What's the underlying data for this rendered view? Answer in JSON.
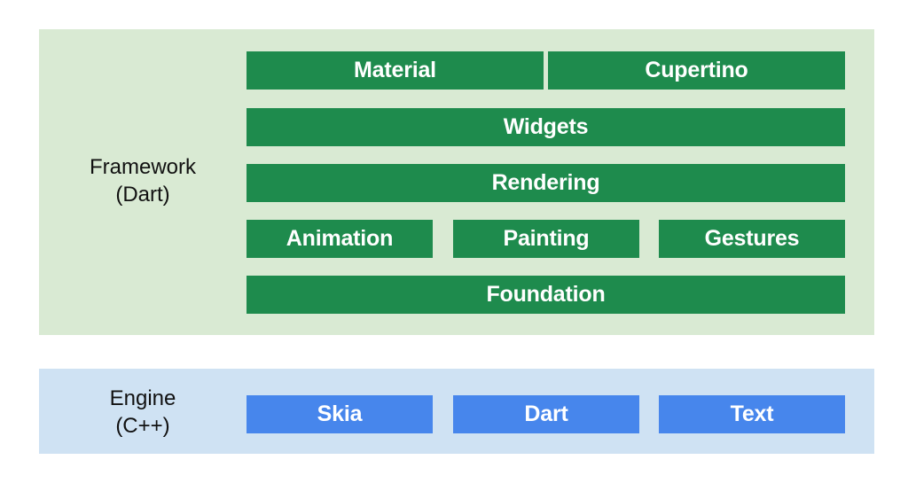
{
  "framework": {
    "label_line1": "Framework",
    "label_line2": "(Dart)",
    "color": "#1e8b4d",
    "background": "#d9ead3",
    "boxes": {
      "material": "Material",
      "cupertino": "Cupertino",
      "widgets": "Widgets",
      "rendering": "Rendering",
      "animation": "Animation",
      "painting": "Painting",
      "gestures": "Gestures",
      "foundation": "Foundation"
    }
  },
  "engine": {
    "label_line1": "Engine",
    "label_line2": "(C++)",
    "color": "#4786ec",
    "background": "#cfe2f3",
    "boxes": {
      "skia": "Skia",
      "dart": "Dart",
      "text": "Text"
    }
  }
}
